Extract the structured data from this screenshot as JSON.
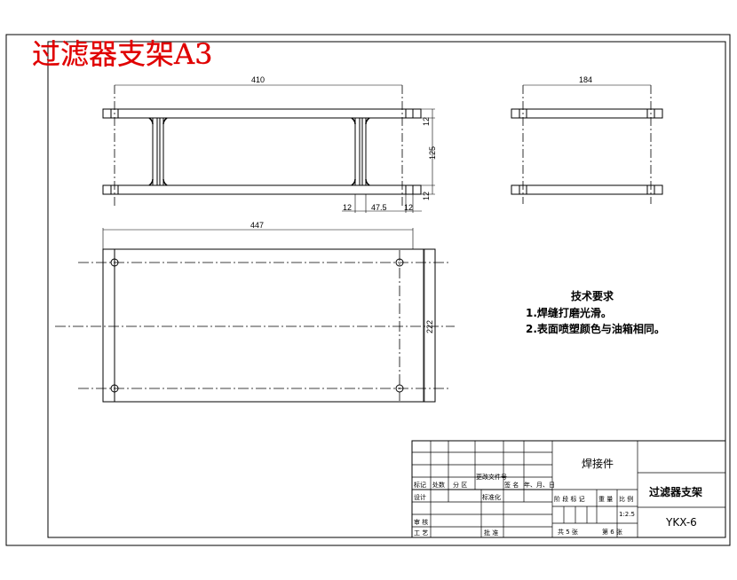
{
  "sheet_title": "过滤器支架A3",
  "dimensions": {
    "front_width": "410",
    "front_flange_top": "12",
    "front_height": "125",
    "front_flange_bottom": "12",
    "front_bottom_left": "12",
    "front_bottom_mid": "47.5",
    "front_bottom_right": "12",
    "side_width": "184",
    "plan_width": "447",
    "plan_height": "222"
  },
  "technical_requirements": {
    "heading": "技术要求",
    "items": [
      "1.焊缝打磨光滑。",
      "2.表面喷塑颜色与油箱相同。"
    ]
  },
  "title_block": {
    "part_type": "焊接件",
    "drawing_name": "过滤器支架",
    "drawing_number": "YKX-6",
    "scale": "1:2.5",
    "labels": {
      "mark": "标记",
      "count": "处数",
      "zone": "分 区",
      "change_doc": "更改文件号",
      "signature": "签 名",
      "date": "年、月、日",
      "design": "设计",
      "standardization": "标准化",
      "stage_mark": "阶 段 标 记",
      "weight": "重 量",
      "ratio": "比 例",
      "review": "审 核",
      "process": "工 艺",
      "approve": "批 准",
      "total_sheets": "共 5 张",
      "sheet_no": "第 6 张"
    }
  }
}
